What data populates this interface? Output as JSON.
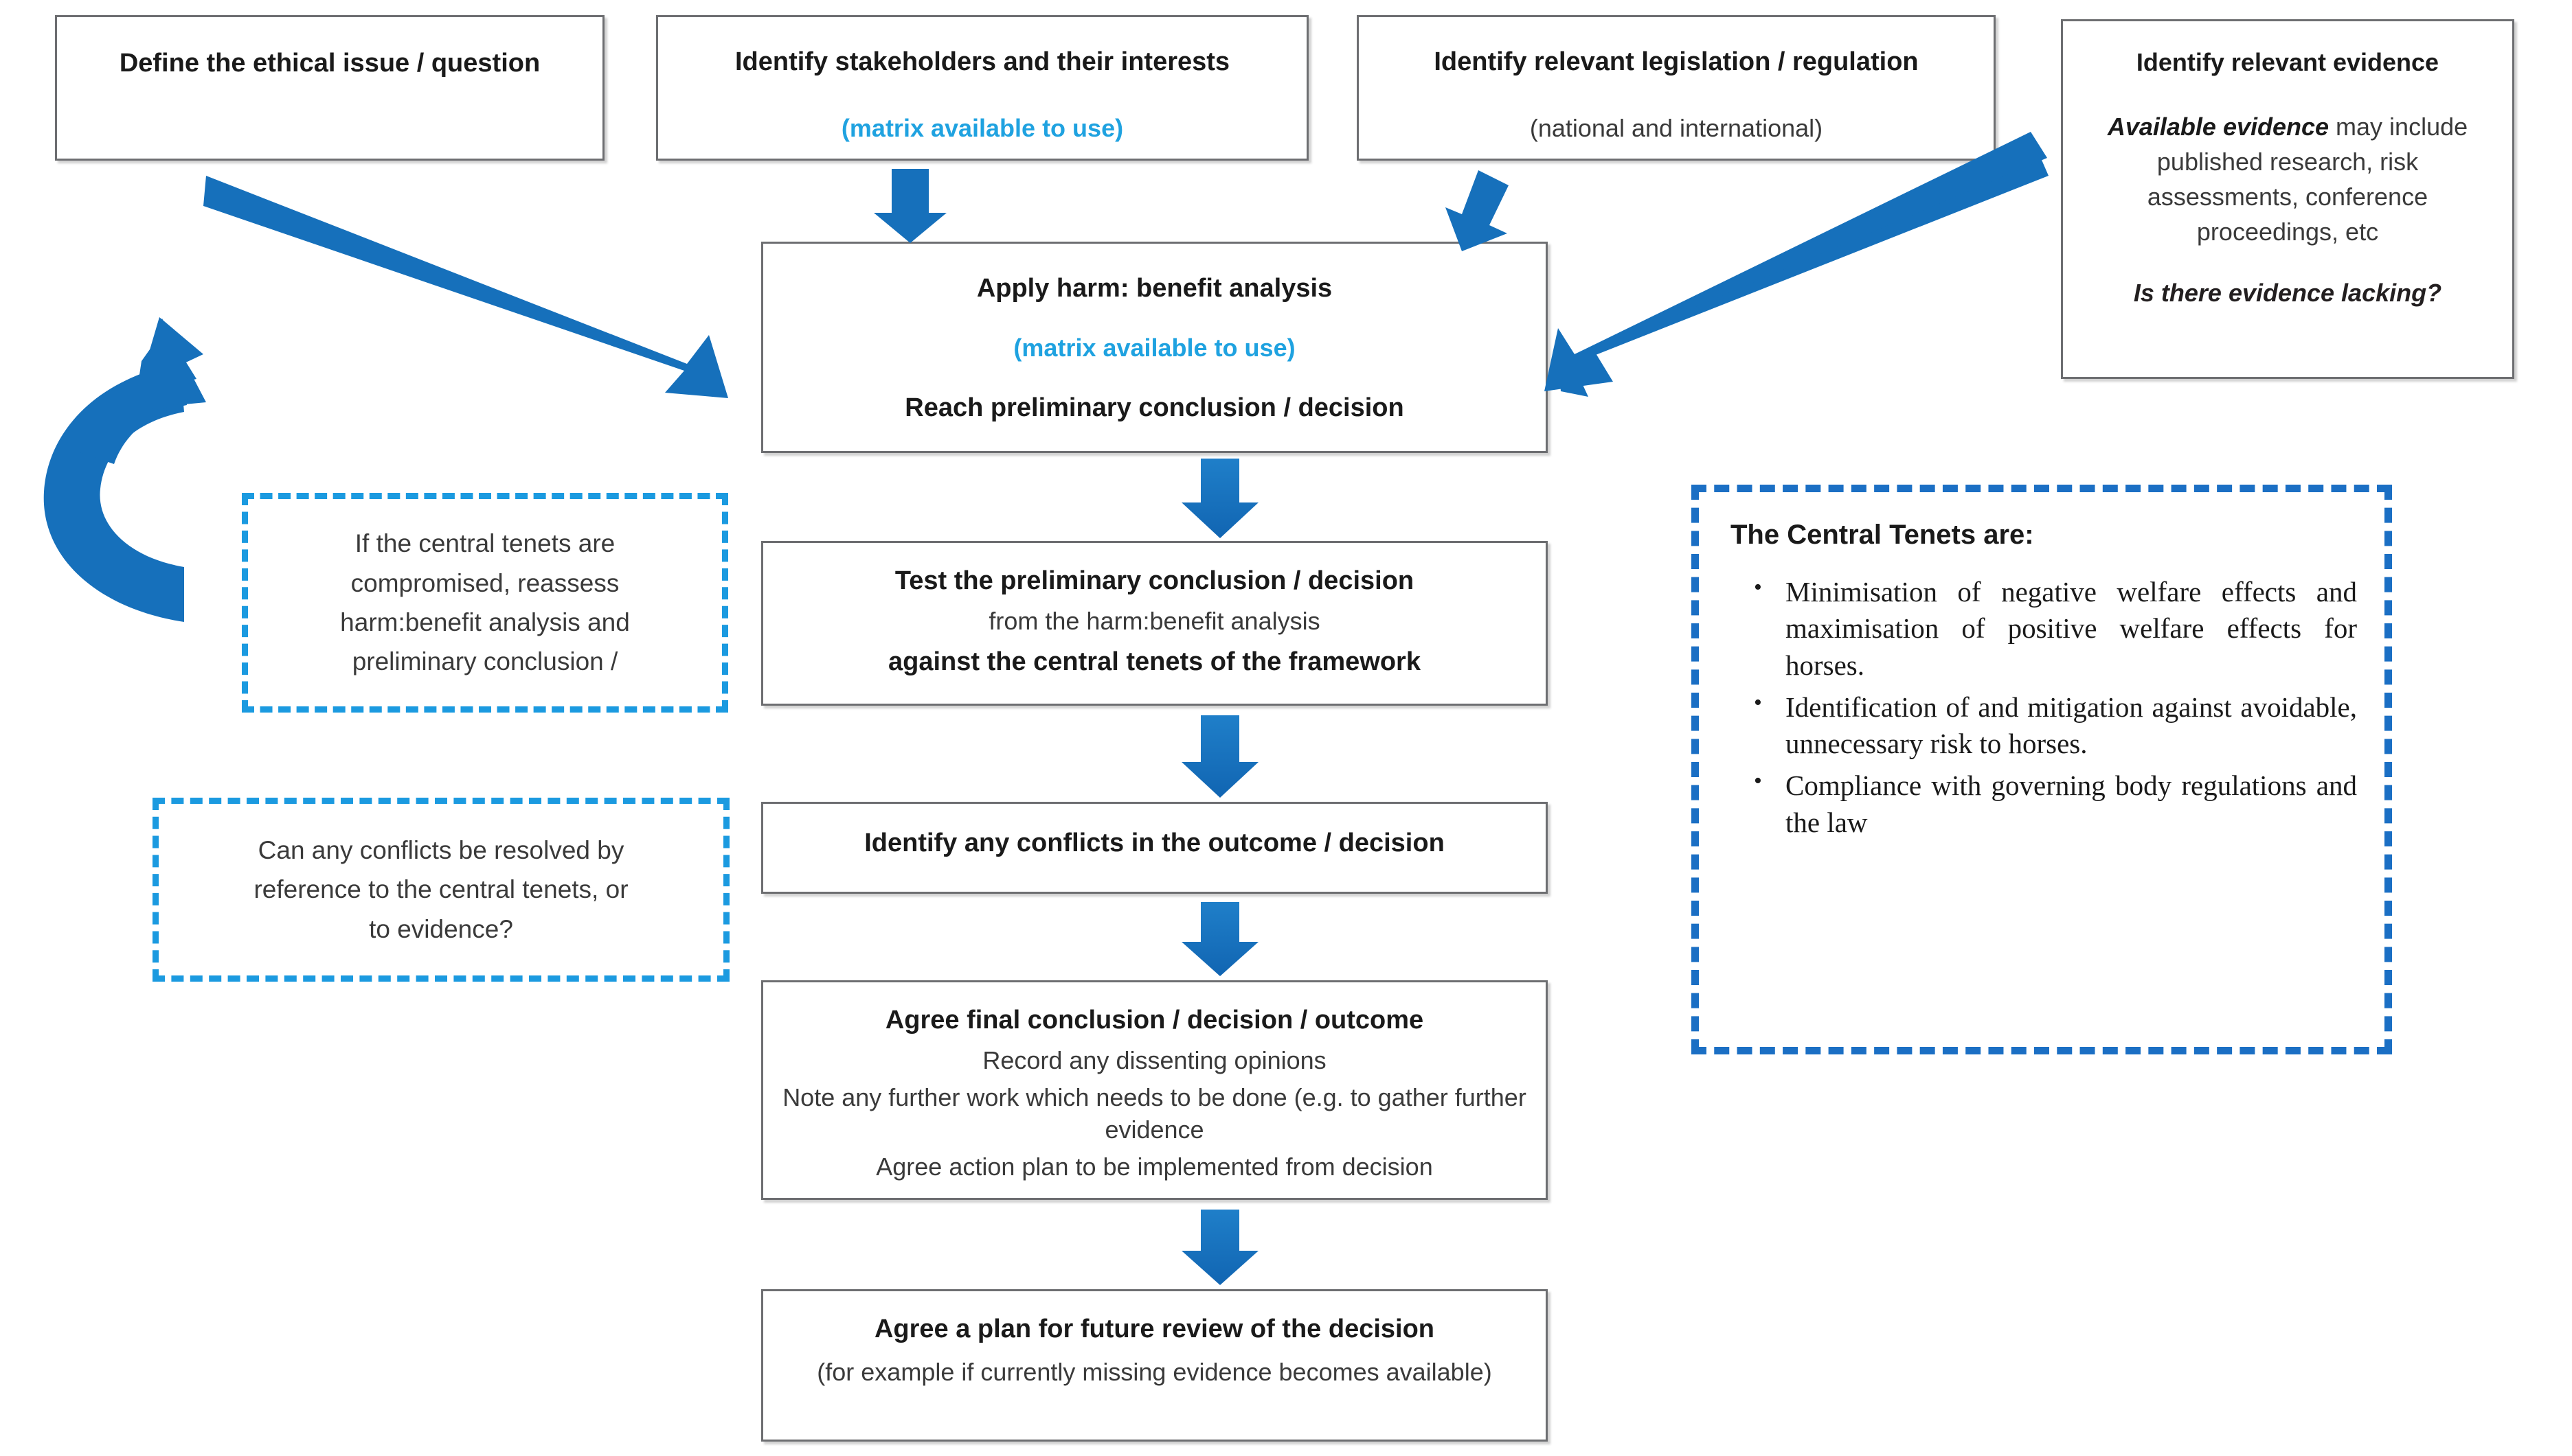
{
  "diagram": {
    "title": "Ethical decision-making framework flowchart",
    "colors": {
      "box_border": "#6d6e71",
      "arrow_blue": "#1668b8",
      "dashed_cyan": "#1b9ae0",
      "dashed_blue": "#1b6fc4",
      "cyan_text": "#1fa2e0"
    }
  },
  "top_boxes": [
    {
      "id": "define-ethical-issue",
      "lines": [
        {
          "text": "Define the ethical issue / question",
          "style": "bold"
        }
      ]
    },
    {
      "id": "identify-stakeholders",
      "lines": [
        {
          "text": "Identify stakeholders and their interests",
          "style": "bold"
        },
        {
          "text": "(matrix available to use)",
          "style": "cyan"
        }
      ]
    },
    {
      "id": "identify-legislation",
      "lines": [
        {
          "text": "Identify relevant legislation / regulation",
          "style": "bold"
        },
        {
          "text": "(national and international)",
          "style": "plain"
        }
      ]
    },
    {
      "id": "identify-evidence",
      "lines": [
        {
          "text": "Identify relevant evidence",
          "style": "bold"
        },
        {
          "text": "Available evidence may include published research, risk assessments, conference proceedings, etc",
          "style": "mixed-italic"
        },
        {
          "text": "Is there evidence lacking?",
          "style": "italic-bold"
        }
      ],
      "italic_lead": "Available evidence",
      "rest": " may include published research, risk assessments, conference proceedings, etc"
    }
  ],
  "flow_boxes": [
    {
      "id": "apply-harm-benefit",
      "lines": [
        {
          "text": "Apply harm: benefit analysis",
          "style": "bold"
        },
        {
          "text": "(matrix available to use)",
          "style": "cyan"
        },
        {
          "text": "Reach preliminary conclusion / decision",
          "style": "bold"
        }
      ]
    },
    {
      "id": "test-preliminary-conclusion",
      "lines": [
        {
          "text": "Test the preliminary conclusion / decision",
          "style": "bold"
        },
        {
          "text": "from the harm:benefit analysis",
          "style": "plain"
        },
        {
          "text": "against the central tenets of the framework",
          "style": "bold"
        }
      ]
    },
    {
      "id": "identify-conflicts",
      "lines": [
        {
          "text": "Identify any conflicts in the outcome / decision",
          "style": "bold"
        }
      ]
    },
    {
      "id": "agree-final-conclusion",
      "lines": [
        {
          "text": "Agree final conclusion / decision / outcome",
          "style": "bold"
        },
        {
          "text": "Record any dissenting opinions",
          "style": "plain"
        },
        {
          "text": "Note any further work which needs to be done (e.g. to gather further evidence",
          "style": "plain"
        },
        {
          "text": "Agree action plan to be implemented from decision",
          "style": "plain"
        }
      ]
    },
    {
      "id": "agree-future-review-plan",
      "lines": [
        {
          "text": "Agree a plan for future review of the decision",
          "style": "bold"
        },
        {
          "text": "(for example if currently missing evidence becomes available)",
          "style": "plain"
        }
      ]
    }
  ],
  "dashed_notes": [
    {
      "id": "reassess-note",
      "lines": [
        "If the central tenets are",
        "compromised, reassess",
        "harm:benefit analysis and",
        "preliminary conclusion /"
      ]
    },
    {
      "id": "conflicts-note",
      "lines": [
        "Can any conflicts be resolved by",
        "reference to the central tenets, or",
        "to evidence?"
      ]
    }
  ],
  "central_tenets": {
    "title": "The Central Tenets are:",
    "items": [
      "Minimisation of negative welfare effects and maximisation of positive welfare effects for horses.",
      "Identification of and mitigation against avoidable, unnecessary risk to horses.",
      "Compliance with governing body regulations and the law"
    ]
  },
  "arrows": [
    {
      "id": "arrow-define-to-apply",
      "kind": "diagonal-down-right"
    },
    {
      "id": "arrow-stakeholders-to-apply",
      "kind": "short-down"
    },
    {
      "id": "arrow-legislation-to-apply",
      "kind": "short-down-left"
    },
    {
      "id": "arrow-evidence-to-apply",
      "kind": "diagonal-down-left"
    },
    {
      "id": "arrow-apply-to-test",
      "kind": "down"
    },
    {
      "id": "arrow-test-to-conflicts",
      "kind": "down"
    },
    {
      "id": "arrow-conflicts-to-agree",
      "kind": "down"
    },
    {
      "id": "arrow-agree-to-review",
      "kind": "down"
    },
    {
      "id": "arrow-loop-back",
      "kind": "curved-c-shape"
    }
  ]
}
